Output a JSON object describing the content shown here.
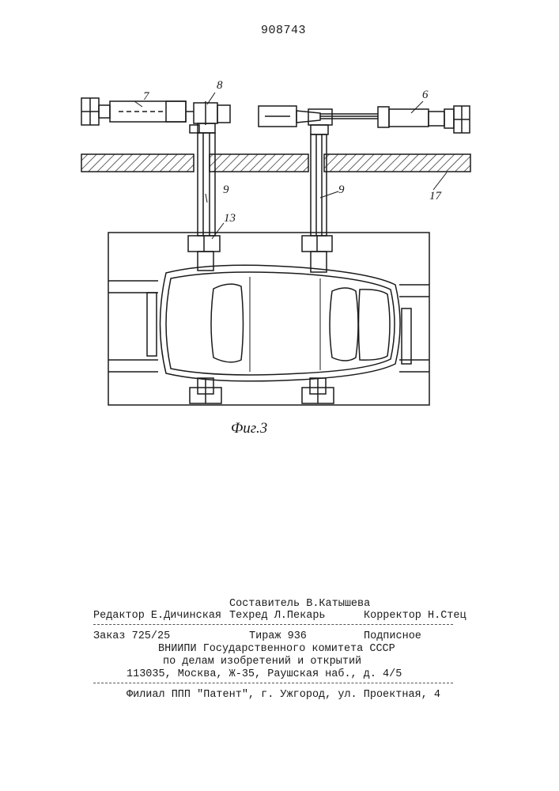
{
  "patent_number": "908743",
  "figure": {
    "caption": "Фиг.3",
    "labels": {
      "cylinder_left": "7",
      "joint": "8",
      "cylinder_right": "6",
      "shaft_left": "9",
      "shaft_right": "9",
      "clamp": "13",
      "floor": "17"
    }
  },
  "imprint": {
    "compiler": "Составитель В.Катышева",
    "editor": "Редактор Е.Дичинская",
    "techred": "Техред Л.Пекарь",
    "corrector": "Корректор Н.Стец",
    "order": "Заказ 725/25",
    "circulation": "Тираж 936",
    "subscription": "Подписное",
    "org_line1": "ВНИИПИ Государственного комитета СССР",
    "org_line2": "по делам изобретений и открытий",
    "address": "113035, Москва, Ж-35, Раушская наб., д. 4/5",
    "branch": "Филиал ППП \"Патент\", г. Ужгород, ул. Проектная, 4"
  }
}
